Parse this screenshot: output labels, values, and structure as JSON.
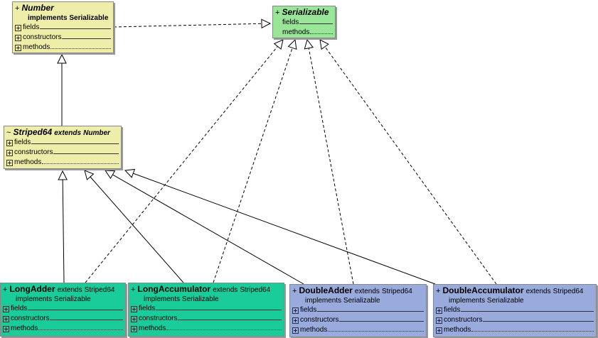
{
  "classes": {
    "number": {
      "visibility": "+",
      "name": "Number",
      "extends": "",
      "implements_label": "implements",
      "implements": "Serializable",
      "sections": [
        "fields",
        "constructors",
        "methods"
      ]
    },
    "serializable": {
      "visibility": "+",
      "name": "Serializable",
      "extends": "",
      "sections": [
        "fields",
        "methods"
      ]
    },
    "striped64": {
      "visibility": "~",
      "name": "Striped64",
      "extends_label": "extends",
      "extends": "Number",
      "sections": [
        "fields",
        "constructors",
        "methods"
      ]
    },
    "long_adder": {
      "visibility": "+",
      "name": "LongAdder",
      "extends_label": "extends",
      "extends": "Striped64",
      "implements_label": "implements",
      "implements": "Serializable",
      "sections": [
        "fields",
        "constructors",
        "methods"
      ]
    },
    "long_accumulator": {
      "visibility": "+",
      "name": "LongAccumulator",
      "extends_label": "extends",
      "extends": "Striped64",
      "implements_label": "implements",
      "implements": "Serializable",
      "sections": [
        "fields",
        "constructors",
        "methods"
      ]
    },
    "double_adder": {
      "visibility": "+",
      "name": "DoubleAdder",
      "extends_label": "extends",
      "extends": "Striped64",
      "implements_label": "implements",
      "implements": "Serializable",
      "sections": [
        "fields",
        "constructors",
        "methods"
      ]
    },
    "double_accumulator": {
      "visibility": "+",
      "name": "DoubleAccumulator",
      "extends_label": "extends",
      "extends": "Striped64",
      "implements_label": "implements",
      "implements": "Serializable",
      "sections": [
        "fields",
        "constructors",
        "methods"
      ]
    }
  },
  "colors": {
    "abstract_class": "#eeeeaa",
    "interface": "#99e699",
    "long_class": "#19cc99",
    "double_class": "#99aadd"
  },
  "relations": [
    {
      "from": "number",
      "to": "serializable",
      "kind": "implements"
    },
    {
      "from": "striped64",
      "to": "number",
      "kind": "extends"
    },
    {
      "from": "long_adder",
      "to": "striped64",
      "kind": "extends"
    },
    {
      "from": "long_accumulator",
      "to": "striped64",
      "kind": "extends"
    },
    {
      "from": "double_adder",
      "to": "striped64",
      "kind": "extends"
    },
    {
      "from": "double_accumulator",
      "to": "striped64",
      "kind": "extends"
    },
    {
      "from": "long_adder",
      "to": "serializable",
      "kind": "implements"
    },
    {
      "from": "long_accumulator",
      "to": "serializable",
      "kind": "implements"
    },
    {
      "from": "double_adder",
      "to": "serializable",
      "kind": "implements"
    },
    {
      "from": "double_accumulator",
      "to": "serializable",
      "kind": "implements"
    }
  ]
}
